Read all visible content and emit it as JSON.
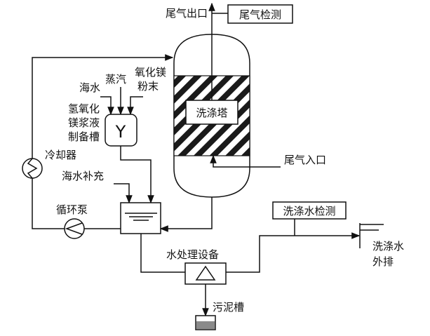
{
  "labels": {
    "exhaust_outlet": "尾气出口",
    "exhaust_monitoring": "尾气检测",
    "seawater": "海水",
    "steam": "蒸汽",
    "mgo_line1": "氧化镁",
    "mgo_line2": "粉末",
    "tank_line1": "氢氧化",
    "tank_line2": "镁浆液",
    "tank_line3": "制备槽",
    "tank_symbol": "Y",
    "scrubber": "洗涤塔",
    "cooler": "冷却器",
    "seawater_makeup": "海水补充",
    "exhaust_inlet": "尾气入口",
    "circulation_pump": "循环泵",
    "wash_water_monitoring": "洗涤水检测",
    "discharge_line1": "洗涤水",
    "discharge_line2": "外排",
    "water_treatment": "水处理设备",
    "sludge_tank": "污泥槽"
  },
  "colors": {
    "line": "#111111",
    "hatch_fill": "#1a1a1a",
    "sludge_fill": "#8a8a8a",
    "background": "#ffffff"
  },
  "icons": {
    "cooler": "coil-heat-exchanger-icon",
    "pump": "pump-icon",
    "treatment": "triangle-filter-icon",
    "mixer": "y-agitator-icon"
  }
}
